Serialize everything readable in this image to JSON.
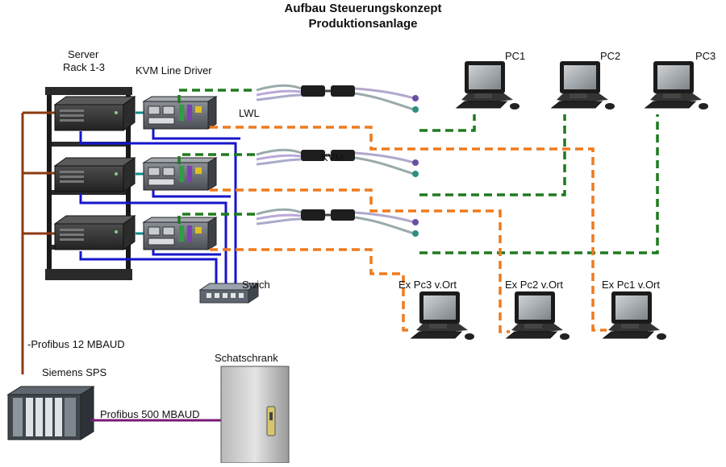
{
  "title": {
    "line1": "Aufbau Steuerungskonzept",
    "line2": "Produktionsanlage"
  },
  "labels": {
    "server_rack_line1": "Server",
    "server_rack_line2": "Rack 1-3",
    "kvm_line_driver": "KVM Line Driver",
    "lwl": "LWL",
    "kvm": "KVM",
    "switch": "Swich",
    "pc1": "PC1",
    "pc2": "PC2",
    "pc3": "PC3",
    "ex_pc3": "Ex Pc3 v.Ort",
    "ex_pc2": "Ex Pc2 v.Ort",
    "ex_pc1": "Ex Pc1 v.Ort",
    "profibus_12": "-Profibus 12 MBAUD",
    "siemens_sps": "Siemens SPS",
    "profibus_500": "Profibus 500 MBAUD",
    "schatschrank": "Schatschrank"
  },
  "colors": {
    "lwl_line": "#ee7a1e",
    "kvm_line": "#1f7a1f",
    "network_line": "#1515cc",
    "profibus_12_line": "#8b3a12",
    "profibus_500_line": "#7a1a7a",
    "server_case": "#3a3a3a",
    "rack_frame": "#222222"
  },
  "icons": [
    "server-icon",
    "kvm-line-driver-icon",
    "kvm-extender-icon",
    "network-switch-icon",
    "workstation-icon",
    "plc-icon",
    "cabinet-icon"
  ]
}
